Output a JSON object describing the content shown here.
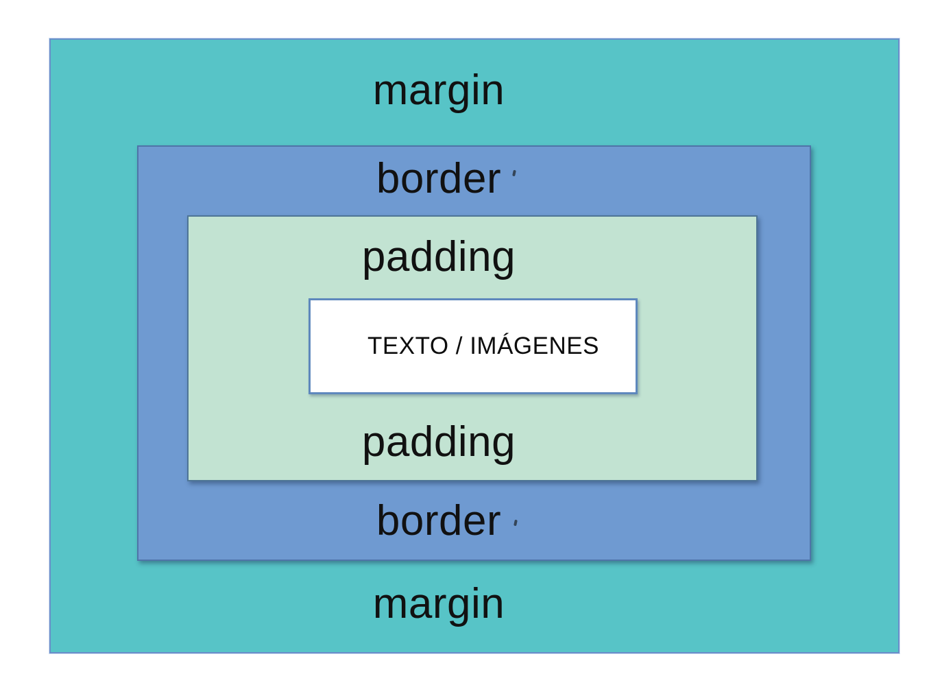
{
  "diagram": {
    "name": "css-box-model",
    "labels": {
      "margin_top": "margin",
      "border_top": "border",
      "padding_top": "padding",
      "content": "TEXTO / IMÁGENES",
      "padding_bottom": "padding",
      "border_bottom": "border",
      "margin_bottom": "margin"
    },
    "colors": {
      "margin_fill": "#57c4c7",
      "border_fill": "#6f9ad1",
      "padding_fill": "#c2e3d2",
      "content_fill": "#ffffff",
      "margin_outline": "#6a8fca",
      "border_outline": "#4f74a8",
      "padding_outline": "#4e7596",
      "content_outline": "#5e88bd",
      "label_text": "#111111"
    }
  }
}
